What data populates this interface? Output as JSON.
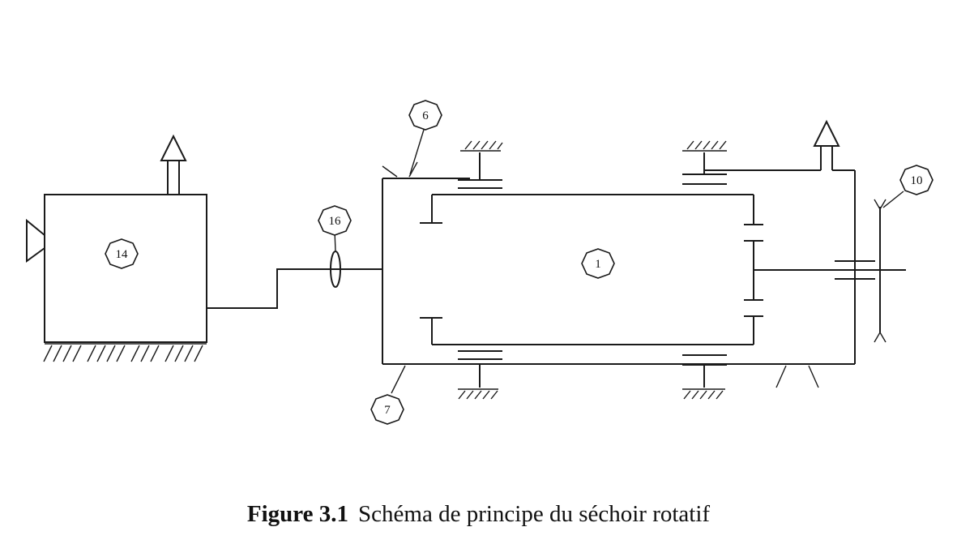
{
  "diagram": {
    "labels": {
      "gas_generator": "14",
      "coupling": "16",
      "inlet_hood": "6",
      "drum": "1",
      "outlet_hood": "7",
      "girth_gear": "10"
    }
  },
  "caption": {
    "label": "Figure 3.1",
    "text": "Schéma de principe du séchoir rotatif"
  }
}
